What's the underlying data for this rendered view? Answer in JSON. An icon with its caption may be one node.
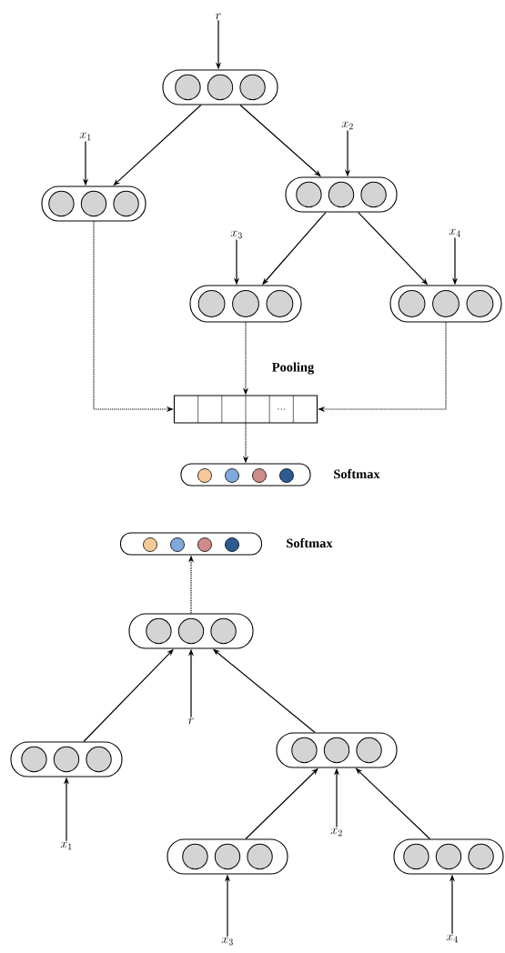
{
  "diagram": {
    "nodes": [
      {
        "text": [
          "r"
        ]
      },
      {
        "text": [],
        "shape": "capsule"
      },
      {
        "text": [
          "x_1"
        ]
      },
      {
        "text": [],
        "shape": "capsule"
      },
      {
        "text": [
          "x_2"
        ]
      },
      {
        "text": [],
        "shape": "capsule"
      },
      {
        "text": [
          "x_3"
        ]
      },
      {
        "text": [],
        "shape": "capsule"
      },
      {
        "text": [
          "x_4"
        ]
      },
      {
        "text": [],
        "shape": "capsule"
      },
      {
        "text": [
          "…"
        ],
        "beside": [
          "Pooling"
        ]
      },
      {
        "text": [],
        "shape": "capsule",
        "beside": [
          "Softmax"
        ]
      },
      {
        "text": [],
        "shape": "capsule",
        "beside": [
          "Softmax"
        ]
      },
      {
        "text": [],
        "shape": "capsule"
      },
      {
        "text": [
          "r"
        ]
      },
      {
        "text": [],
        "shape": "capsule"
      },
      {
        "text": [
          "x_1"
        ]
      },
      {
        "text": [],
        "shape": "capsule"
      },
      {
        "text": [
          "x_2"
        ]
      },
      {
        "text": [],
        "shape": "capsule"
      },
      {
        "text": [
          "x_3"
        ]
      },
      {
        "text": [],
        "shape": "capsule"
      },
      {
        "text": [
          "x_4"
        ]
      }
    ],
    "edges": [
      {
        "from": 0,
        "to": 1,
        "arrow": "to"
      },
      {
        "from": 1,
        "to": 3,
        "arrow": "to"
      },
      {
        "from": 2,
        "to": 3,
        "arrow": "to"
      },
      {
        "from": 1,
        "to": 5,
        "arrow": "to"
      },
      {
        "from": 4,
        "to": 5,
        "arrow": "to"
      },
      {
        "from": 5,
        "to": 7,
        "arrow": "to"
      },
      {
        "from": 6,
        "to": 7,
        "arrow": "to"
      },
      {
        "from": 5,
        "to": 9,
        "arrow": "to"
      },
      {
        "from": 8,
        "to": 9,
        "arrow": "to"
      },
      {
        "from": 3,
        "to": 10,
        "arrow": "to",
        "style": "dashed"
      },
      {
        "from": 7,
        "to": 10,
        "arrow": "to",
        "style": "dashed"
      },
      {
        "from": 9,
        "to": 10,
        "arrow": "to",
        "style": "dashed"
      },
      {
        "from": 10,
        "to": 11,
        "arrow": "to",
        "style": "dashed"
      },
      {
        "from": 13,
        "to": 12,
        "arrow": "to",
        "style": "dashed"
      },
      {
        "from": 14,
        "to": 13,
        "arrow": "to"
      },
      {
        "from": 15,
        "to": 13,
        "arrow": "to"
      },
      {
        "from": 17,
        "to": 13,
        "arrow": "to"
      },
      {
        "from": 16,
        "to": 15,
        "arrow": "to"
      },
      {
        "from": 19,
        "to": 17,
        "arrow": "to"
      },
      {
        "from": 18,
        "to": 17,
        "arrow": "to"
      },
      {
        "from": 21,
        "to": 17,
        "arrow": "to"
      },
      {
        "from": 20,
        "to": 19,
        "arrow": "to"
      },
      {
        "from": 22,
        "to": 21,
        "arrow": "to"
      }
    ]
  }
}
